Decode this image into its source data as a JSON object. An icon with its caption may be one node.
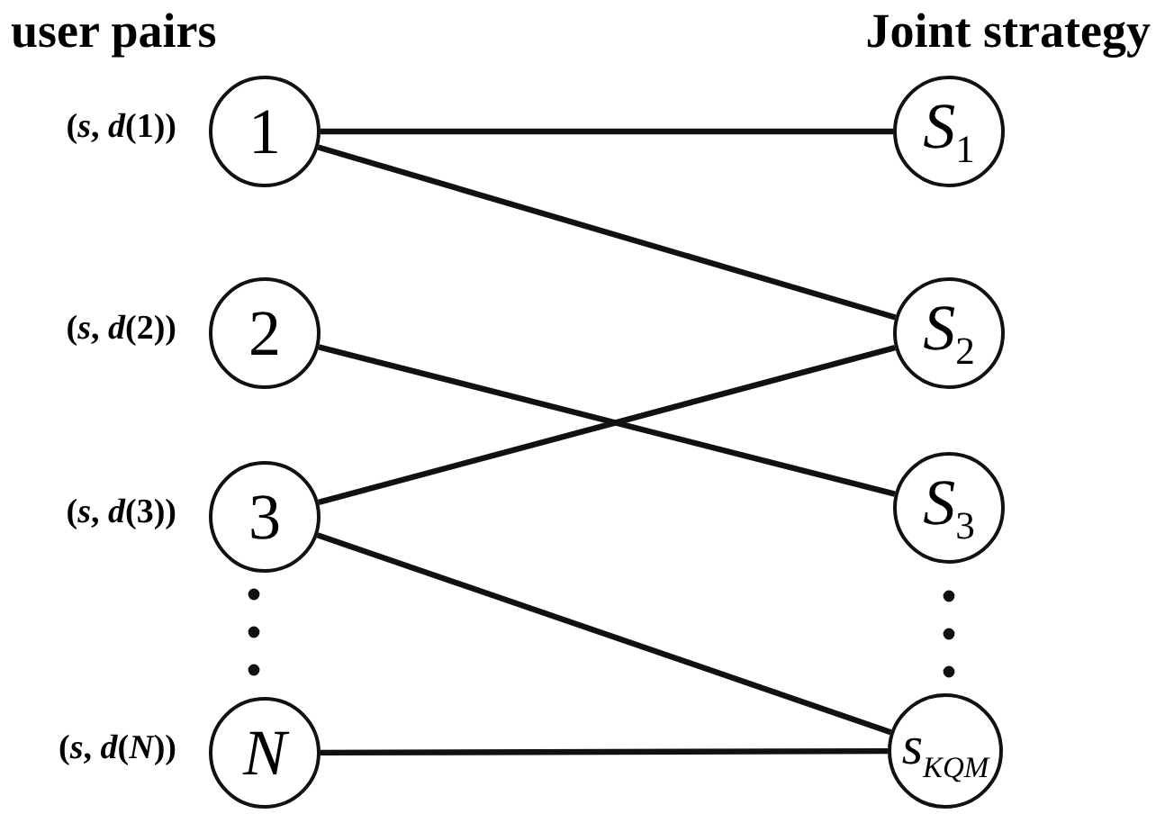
{
  "diagram": {
    "nodes": [
      {
        "text": [
          "1"
        ],
        "beside": [
          "(*s*, *d*(1))"
        ]
      },
      {
        "text": [
          "2"
        ],
        "beside": [
          "(*s*, *d*(2))"
        ]
      },
      {
        "text": [
          "3"
        ],
        "beside": [
          "(*s*, *d*(3))"
        ]
      },
      {
        "text": [
          "*N*"
        ],
        "beside": [
          "(*s*, *d*(*N*))"
        ]
      },
      {
        "text": [
          "*S*$_{1}$"
        ]
      },
      {
        "text": [
          "*S*$_{2}$"
        ]
      },
      {
        "text": [
          "*S*$_{3}$"
        ]
      },
      {
        "text": [
          "*s*$_{KQM}$"
        ]
      }
    ],
    "edges": [
      {
        "from": 0,
        "to": 4,
        "arrow": "none"
      },
      {
        "from": 0,
        "to": 5,
        "arrow": "none"
      },
      {
        "from": 1,
        "to": 6,
        "arrow": "none"
      },
      {
        "from": 2,
        "to": 5,
        "arrow": "none"
      },
      {
        "from": 2,
        "to": 7,
        "arrow": "none"
      },
      {
        "from": 3,
        "to": 7,
        "arrow": "none"
      }
    ],
    "labels": [
      "user pairs",
      "Joint strategy"
    ]
  }
}
